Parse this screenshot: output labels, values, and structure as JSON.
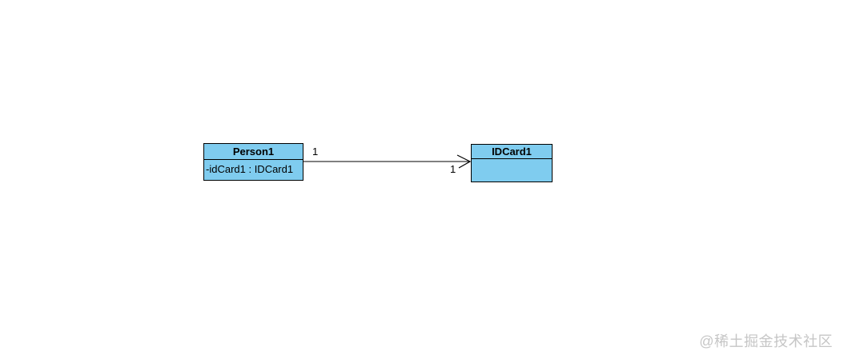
{
  "diagram": {
    "type": "uml-class-diagram",
    "background_color": "#ffffff",
    "class_fill_color": "#7fccef",
    "class_border_color": "#000000",
    "classes": [
      {
        "name": "Person1",
        "attributes": [
          "-idCard1 : IDCard1"
        ]
      },
      {
        "name": "IDCard1",
        "attributes": []
      }
    ],
    "association": {
      "type": "directed-association",
      "from": "Person1",
      "to": "IDCard1",
      "arrowhead": "open",
      "source_multiplicity": "1",
      "target_multiplicity": "1"
    }
  },
  "watermark": {
    "text": "@稀土掘金技术社区",
    "color": "#c6c6c6"
  }
}
